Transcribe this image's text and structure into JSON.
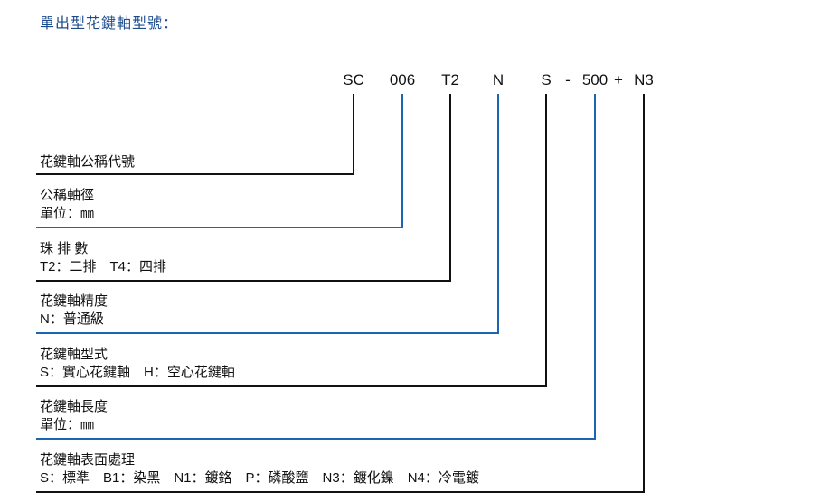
{
  "title": "單出型花鍵軸型號：",
  "codes": [
    "SC",
    "006",
    "T2",
    "N",
    "S",
    "-",
    "500",
    "+",
    "N3"
  ],
  "rows": [
    {
      "label": "花鍵軸公稱代號",
      "desc": ""
    },
    {
      "label": "公稱軸徑",
      "desc": "單位：㎜"
    },
    {
      "label": "珠 排 數",
      "desc": "T2：二排　T4：四排"
    },
    {
      "label": "花鍵軸精度",
      "desc": "N：普通級"
    },
    {
      "label": "花鍵軸型式",
      "desc": "S：實心花鍵軸　H：空心花鍵軸"
    },
    {
      "label": "花鍵軸長度",
      "desc": "單位：㎜"
    },
    {
      "label": "花鍵軸表面處理",
      "desc": "S：標準　B1：染黑　N1：鍍鉻　P：磷酸鹽　N3：鍍化鎳　N4：冷電鍍"
    }
  ],
  "colors": {
    "title": "#1d4c8c",
    "black_line": "#111111",
    "blue_line": "#1a66b3"
  }
}
